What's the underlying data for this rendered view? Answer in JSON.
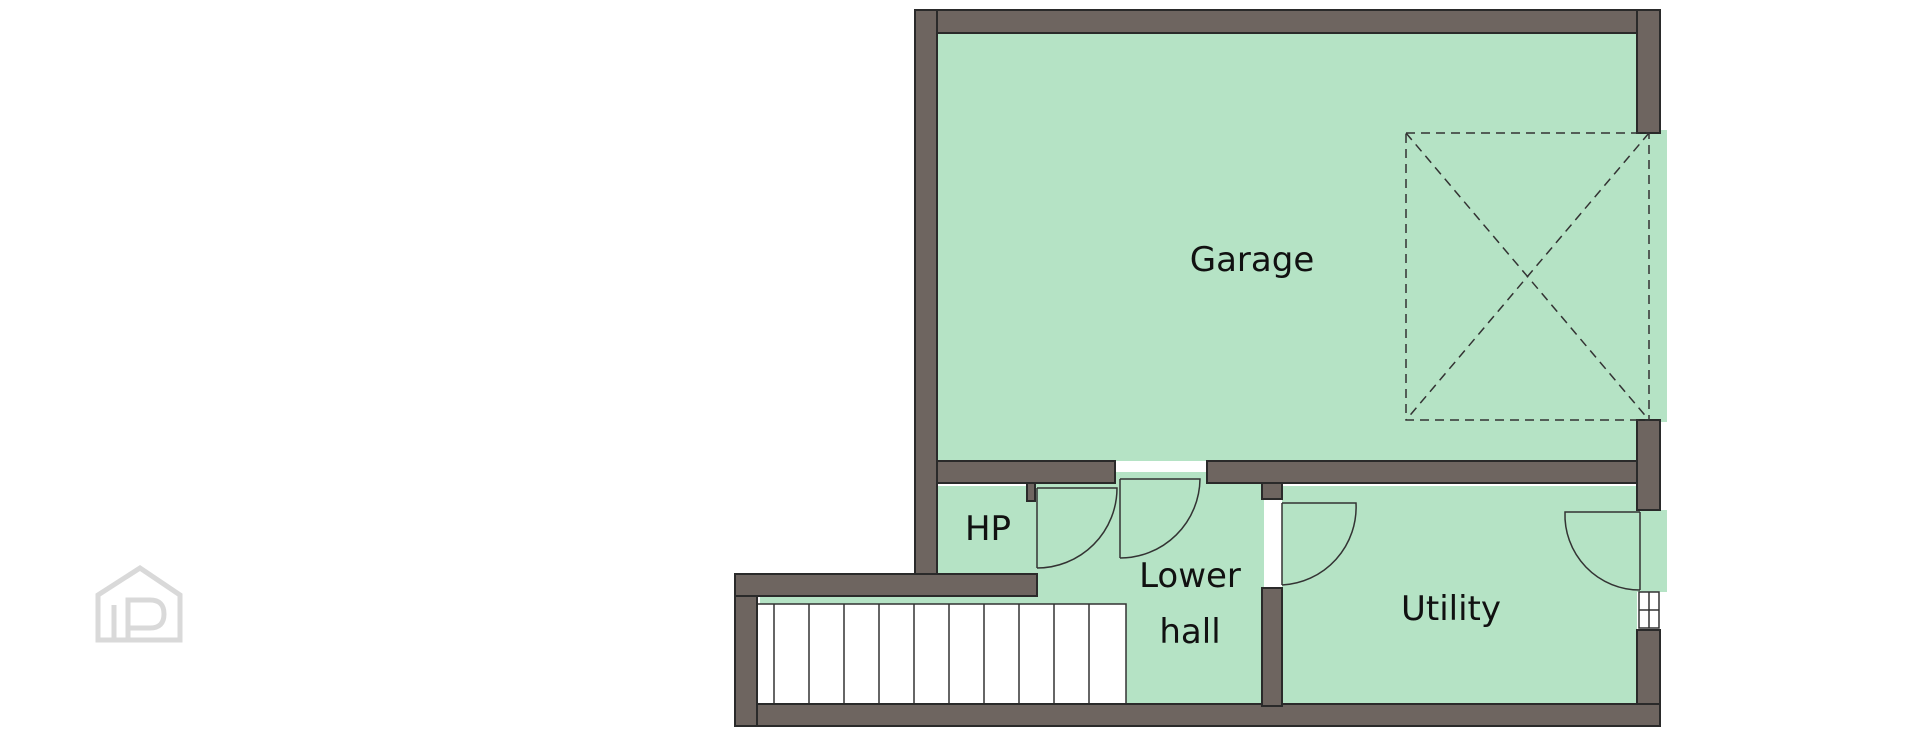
{
  "colors": {
    "floor": "#b5e3c5",
    "wall": "#6e6560",
    "wall_outline": "#2a2a2a",
    "stair": "#ffffff",
    "stair_line": "#333333",
    "door_swing": "#333333",
    "watermark": "#c9c9c9"
  },
  "rooms": {
    "garage": "Garage",
    "hp": "HP",
    "lower_hall_line1": "Lower",
    "lower_hall_line2": "hall",
    "utility": "Utility"
  },
  "icons": {
    "watermark": "house-p-logo-icon",
    "garage_door": "garage-door-dashed-x-icon",
    "window": "window-icon"
  }
}
